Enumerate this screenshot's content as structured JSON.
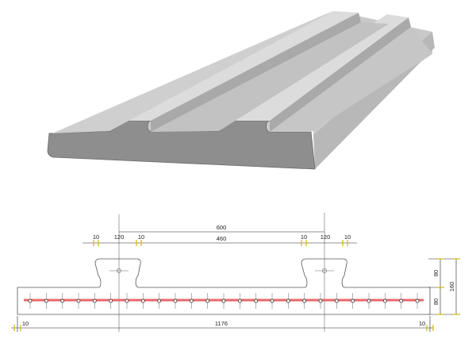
{
  "colors": {
    "top_face": "#c9c9c9",
    "front_face": "#8e8e8e",
    "side_face": "#b3b3b3",
    "rib_top": "#e0e0e0",
    "rib_dark": "#a5a5a5",
    "outline": "#555555",
    "dim_line": "#222222",
    "dim_tick": "#d4b800",
    "rebar": "#e8696b",
    "centerline": "#666666"
  },
  "dimensions": {
    "overall_rib_spacing": "600",
    "inner_spacing": "460",
    "left_gap": "10",
    "left_rib": "120",
    "left_gap_2": "10",
    "right_gap": "10",
    "right_rib": "120",
    "right_gap_2": "10",
    "bottom_total": "1176",
    "bottom_left": "10",
    "bottom_right": "10",
    "right_upper": "80",
    "right_lower": "80",
    "right_total": "160"
  },
  "rebar": {
    "count": 25
  }
}
